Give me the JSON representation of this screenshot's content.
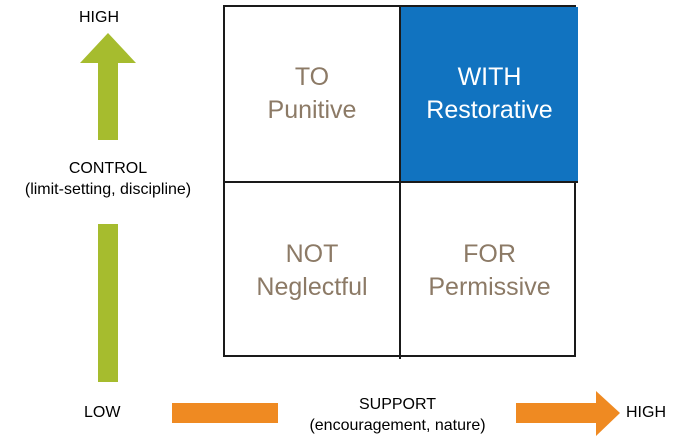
{
  "vertical_axis": {
    "high_label": "HIGH",
    "title": "CONTROL",
    "subtitle": "(limit-setting, discipline)",
    "arrow_color": "#a6bc2e"
  },
  "horizontal_axis": {
    "low_label": "LOW",
    "title": "SUPPORT",
    "subtitle": "(encouragement, nature)",
    "high_label": "HIGH",
    "arrow_color": "#ef8a22"
  },
  "quadrants": {
    "top_left": {
      "line1": "TO",
      "line2": "Punitive"
    },
    "top_right": {
      "line1": "WITH",
      "line2": "Restorative"
    },
    "bottom_left": {
      "line1": "NOT",
      "line2": "Neglectful"
    },
    "bottom_right": {
      "line1": "FOR",
      "line2": "Permissive"
    }
  },
  "colors": {
    "quadrant_text": "#8c7a66",
    "highlight_fill": "#1173c0",
    "highlight_text": "#ffffff",
    "grid_border": "#1a1a1a"
  }
}
